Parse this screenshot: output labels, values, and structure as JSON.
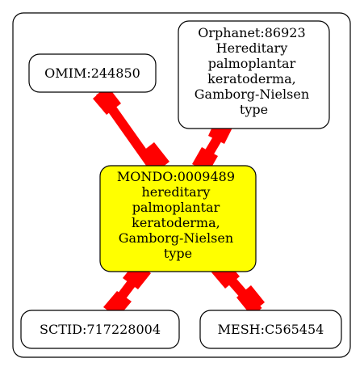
{
  "colors": {
    "edge": "#ff0000",
    "center_fill": "#ffff00",
    "node_fill": "#ffffff",
    "stroke": "#000000",
    "background": "#ffffff"
  },
  "nodes": {
    "omim": {
      "lines": [
        "OMIM:244850"
      ]
    },
    "orphanet": {
      "lines": [
        "Orphanet:86923",
        "Hereditary",
        "palmoplantar",
        "keratoderma,",
        "Gamborg-Nielsen",
        "type"
      ]
    },
    "mondo": {
      "lines": [
        "MONDO:0009489",
        "hereditary",
        "palmoplantar",
        "keratoderma,",
        "Gamborg-Nielsen",
        "type"
      ]
    },
    "sctid": {
      "lines": [
        "SCTID:717228004"
      ]
    },
    "mesh": {
      "lines": [
        "MESH:C565454"
      ]
    }
  }
}
